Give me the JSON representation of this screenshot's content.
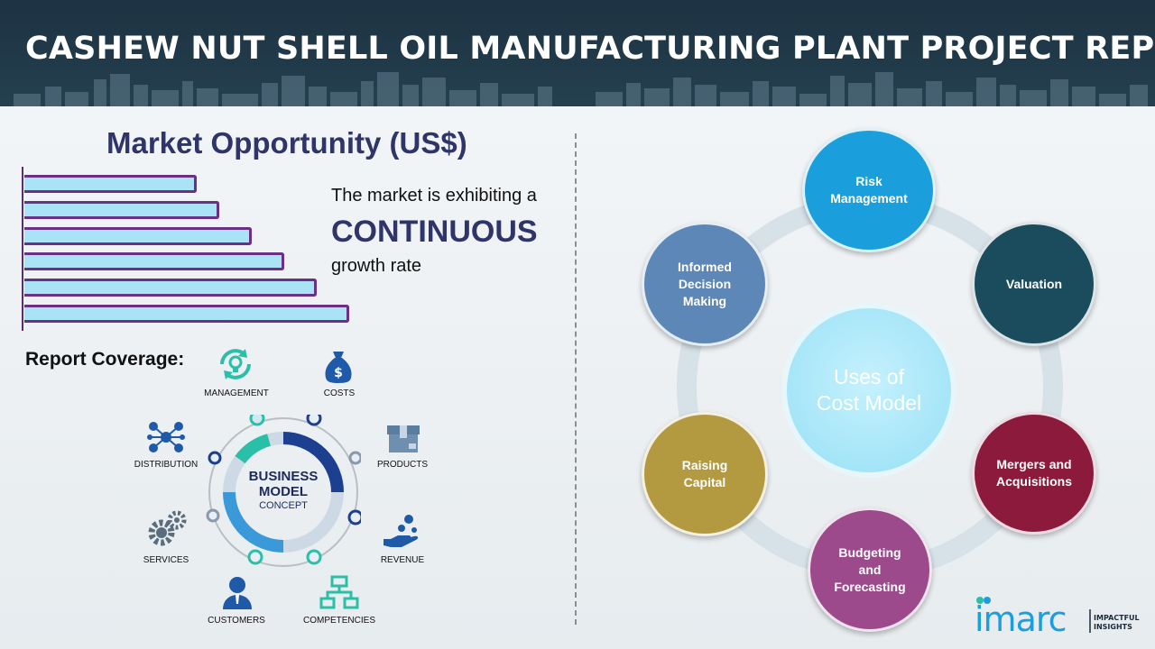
{
  "banner": {
    "title": "CASHEW NUT SHELL OIL MANUFACTURING PLANT PROJECT REPORT"
  },
  "market": {
    "title": "Market Opportunity (US$)",
    "bars": [
      0.53,
      0.6,
      0.7,
      0.8,
      0.9,
      1.0
    ],
    "line1": "The market is exhibiting a",
    "emphasis": "CONTINUOUS",
    "line3": "growth rate"
  },
  "report_coverage": {
    "label": "Report Coverage:",
    "items": {
      "management": "MANAGEMENT",
      "costs": "COSTS",
      "distribution": "DISTRIBUTION",
      "products": "PRODUCTS",
      "services": "SERVICES",
      "revenue": "REVENUE",
      "customers": "CUSTOMERS",
      "competencies": "COMPETENCIES"
    },
    "center": {
      "line1": "BUSINESS",
      "line2": "MODEL",
      "line3": "CONCEPT"
    }
  },
  "uses": {
    "center": {
      "line1": "Uses of",
      "line2": "Cost Model"
    },
    "risk": {
      "line1": "Risk",
      "line2": "Management"
    },
    "valuation": "Valuation",
    "mergers": {
      "line1": "Mergers and",
      "line2": "Acquisitions"
    },
    "budgeting": {
      "line1": "Budgeting",
      "line2": "and",
      "line3": "Forecasting"
    },
    "raising": {
      "line1": "Raising",
      "line2": "Capital"
    },
    "informed": {
      "line1": "Informed",
      "line2": "Decision",
      "line3": "Making"
    },
    "colors": {
      "risk": "#1a9fdc",
      "valuation": "#1b4c5e",
      "mergers": "#8c1a3c",
      "budgeting": "#9c4a8c",
      "raising": "#b39a40",
      "informed": "#5c87b7"
    }
  },
  "logo": {
    "brand": "imarc",
    "tag1": "IMPACTFUL",
    "tag2": "INSIGHTS"
  }
}
